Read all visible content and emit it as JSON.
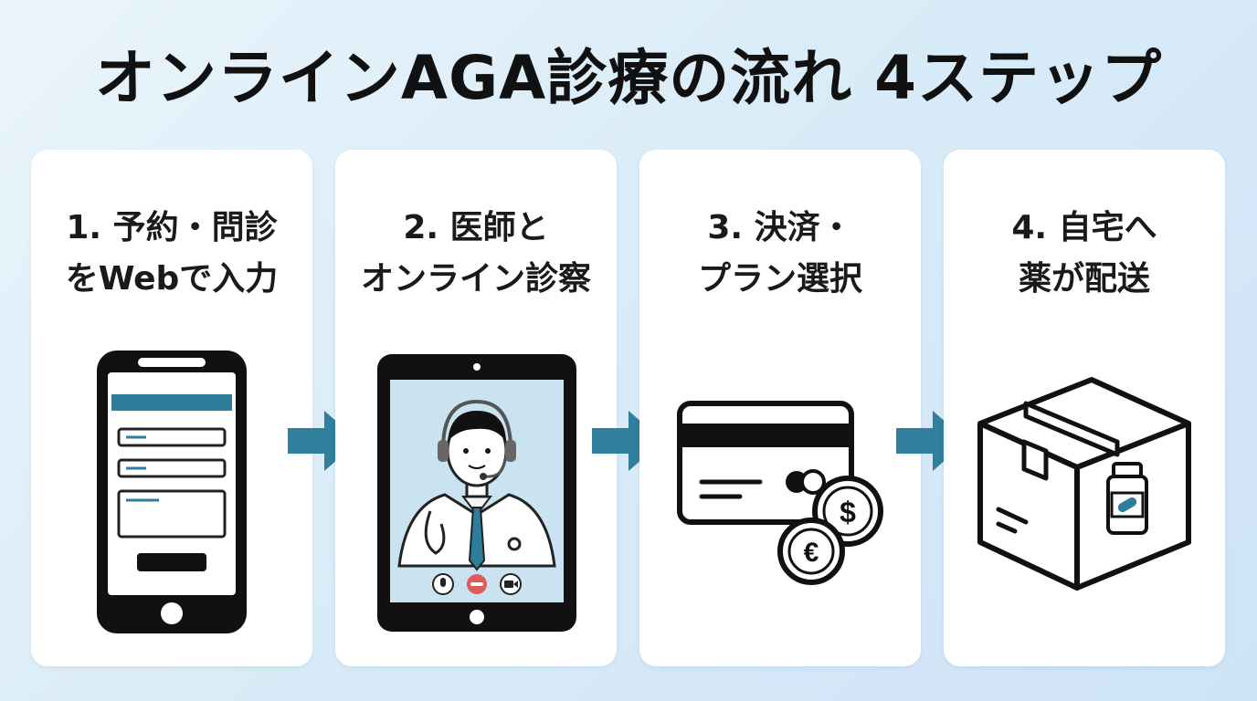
{
  "title": "オンラインAGA診療の流れ 4ステップ",
  "steps": [
    {
      "line1": "1. 予約・問診",
      "line2": "をWebで入力",
      "icon": "smartphone-form-icon"
    },
    {
      "line1": "2. 医師と",
      "line2": "オンライン診察",
      "icon": "tablet-video-call-doctor-icon"
    },
    {
      "line1": "3. 決済・",
      "line2": "プラン選択",
      "icon": "credit-card-coins-icon"
    },
    {
      "line1": "4. 自宅へ",
      "line2": "薬が配送",
      "icon": "package-medicine-icon"
    }
  ],
  "colors": {
    "accent": "#2e7d9a",
    "arrow": "#2f7f9d",
    "phone_screen": "#ffffff",
    "tablet_screen": "#c9e3f1",
    "end_call": "#e05a5a"
  }
}
